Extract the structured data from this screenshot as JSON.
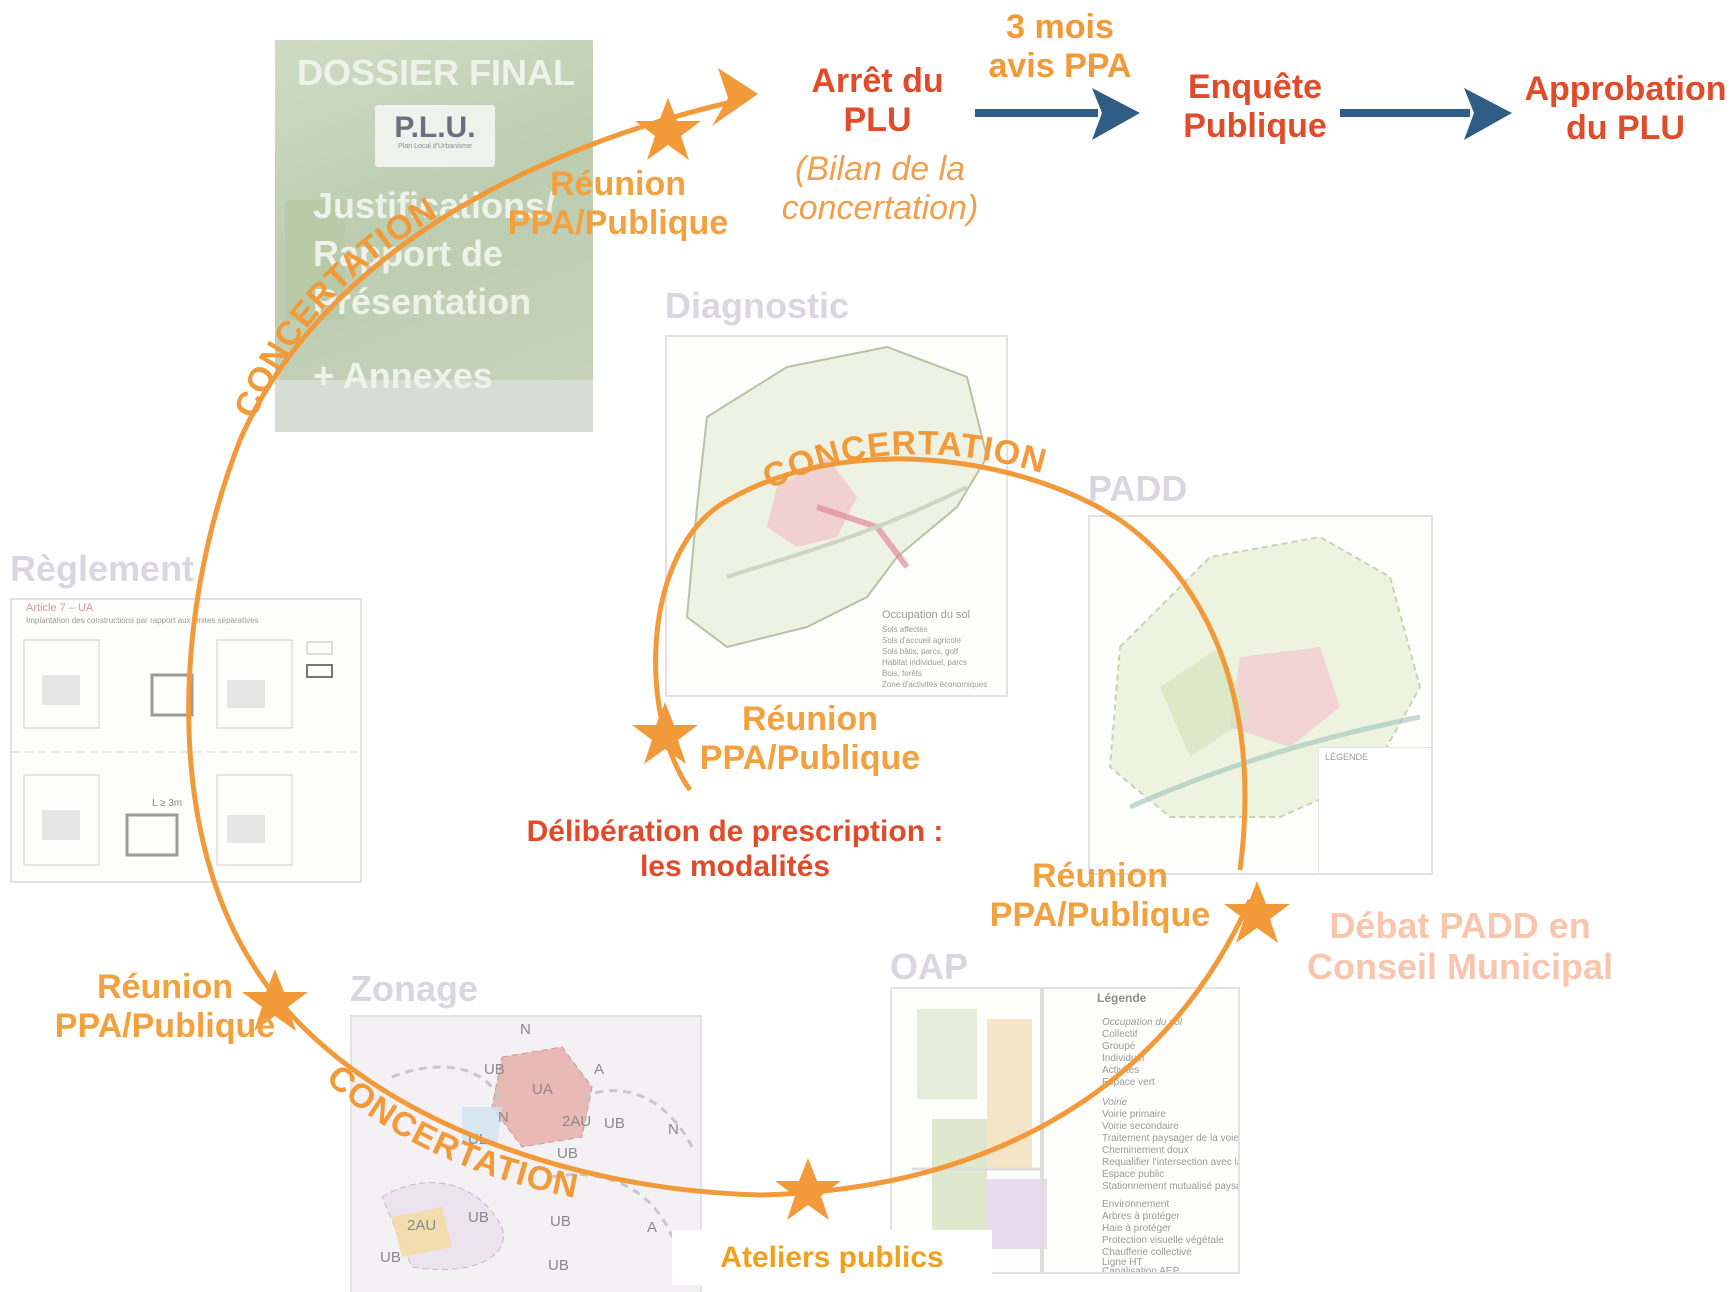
{
  "dossier": {
    "title": "DOSSIER FINAL",
    "badge": "P.L.U.",
    "badge_sub": "Plan Local d'Urbanisme",
    "justif_1": "Justifications/",
    "justif_2": "Rapport de",
    "justif_3": "Présentation",
    "annexes": "+ Annexes"
  },
  "steps": {
    "arret_1": "Arrêt du",
    "arret_2": "PLU",
    "bilan_1": "(Bilan de la",
    "bilan_2": "concertation)",
    "delay_1": "3 mois",
    "delay_2": "avis PPA",
    "enquete_1": "Enquête",
    "enquete_2": "Publique",
    "approbation_1": "Approbation",
    "approbation_2": "du PLU"
  },
  "documents": {
    "diagnostic": "Diagnostic",
    "padd": "PADD",
    "reglement": "Règlement",
    "zonage": "Zonage",
    "oap": "OAP"
  },
  "concertation": {
    "top": "CONCERTATION",
    "inner": "CONCERTATION",
    "bottom": "CONCERTATION"
  },
  "reunions": {
    "label_1": "Réunion",
    "label_2": "PPA/Publique"
  },
  "center": {
    "line_1": "Délibération de prescription :",
    "line_2": "les modalités"
  },
  "debat": {
    "line_1": "Débat PADD en",
    "line_2": "Conseil Municipal"
  },
  "ateliers": "Ateliers publics",
  "reglement_doc": {
    "heading": "Article 7 – UA",
    "subheading": "Implantation des constructions par rapport aux limites séparatives",
    "dim": "L ≥ 3m"
  },
  "diagnostic_legend": {
    "title": "Occupation du sol",
    "items": [
      "Sols affectés",
      "Sols d'accueil agricole",
      "Sols bâtis, parcs, golf",
      "Habitat individuel, parcs",
      "Bois, forêts",
      "Zone d'activités économiques"
    ]
  },
  "padd_legend": {
    "title": "LÉGENDE"
  },
  "oap_legend": {
    "title": "Légende",
    "section_1": "Occupation du sol",
    "items_1": [
      "Collectif",
      "Groupé",
      "Individuel",
      "Activités",
      "Espace vert"
    ],
    "section_2": "Voirie",
    "items_2": [
      "Voirie primaire",
      "Voirie secondaire",
      "Traitement paysager de la voie",
      "Cheminement doux",
      "Requalifier l'intersection avec la RD",
      "Espace public",
      "Stationnement mutualisé paysager"
    ],
    "section_3": "Environnement",
    "items_3": [
      "Arbres à protéger",
      "Haie à protéger",
      "Protection visuelle végétale",
      "Chaufferie collective",
      "Ligne HT",
      "Canalisation AEP"
    ]
  },
  "zonage_labels": [
    "N",
    "A",
    "UB",
    "UA",
    "N",
    "2AU",
    "UB",
    "N",
    "UB",
    "UL",
    "2AU",
    "UB",
    "UB",
    "A",
    "UB",
    "UB"
  ],
  "colors": {
    "cycle": "#f29a3a",
    "arrow_blue": "#2f5d86",
    "red": "#e04b2a",
    "pale": "#f9c5ad"
  }
}
